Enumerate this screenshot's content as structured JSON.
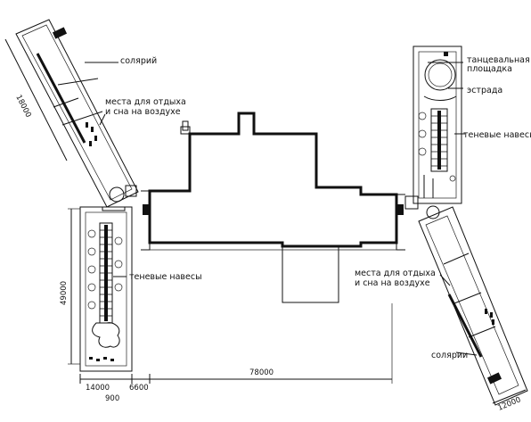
{
  "labels": {
    "solarium_top": "солярий",
    "rest_places_left": "места для отдыха",
    "rest_places_left_2": "и сна на воздухе",
    "dance_floor_1": "танцевальная",
    "dance_floor_2": "площадка",
    "stage": "эстрада",
    "shade_canopies_right": "теневые навесы",
    "shade_canopies_left": "теневые навесы",
    "rest_places_right": "места для отдыха",
    "rest_places_right_2": "и сна на воздухе",
    "solarium_bottom": "солярии"
  },
  "dimensions": {
    "d_18000": "18000",
    "d_49000": "49000",
    "d_14000": "14000",
    "d_6600": "6600",
    "d_900": "900",
    "d_78000": "78000",
    "d_12000": "12000"
  }
}
